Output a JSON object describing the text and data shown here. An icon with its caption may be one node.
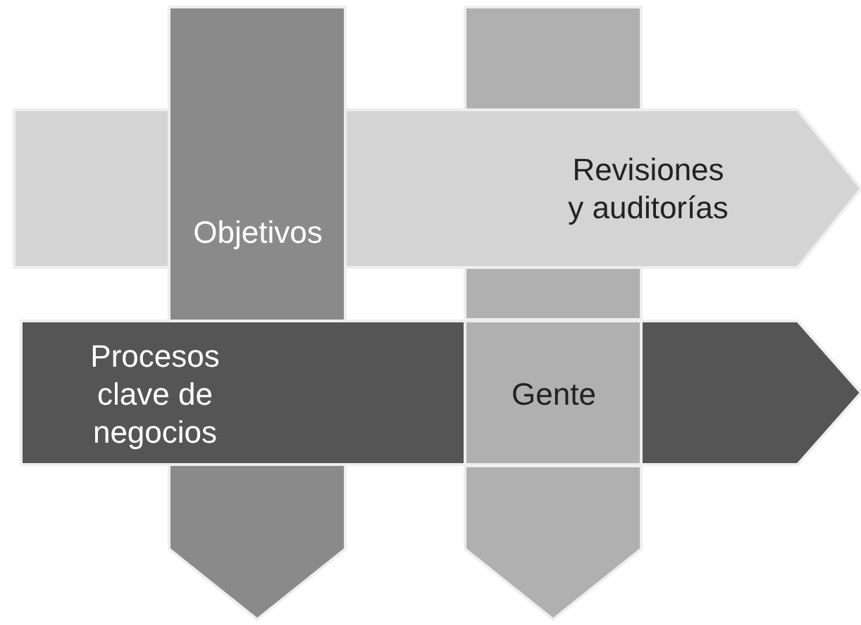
{
  "diagram": {
    "nodes": [
      {
        "text": [
          "Objetivos"
        ]
      },
      {
        "text": [
          "Revisiones y auditorías"
        ]
      },
      {
        "text": [
          "Procesos clave de negocios"
        ]
      },
      {
        "text": [
          "Gente"
        ]
      }
    ]
  }
}
